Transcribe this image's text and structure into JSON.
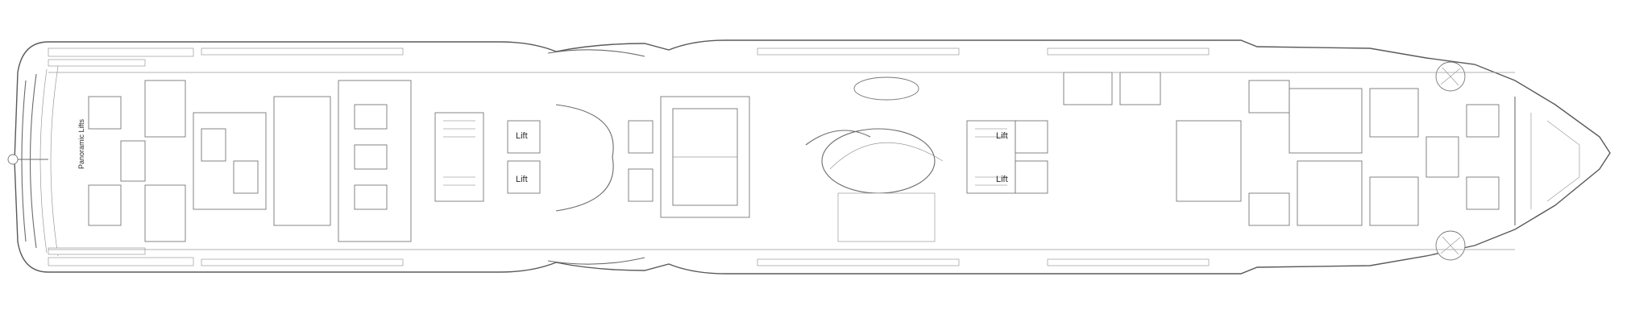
{
  "plan": {
    "labels": {
      "panoramic_lifts": "Panoramic Lifts",
      "lift_1": "Lift",
      "lift_2": "Lift",
      "lift_3": "Lift",
      "lift_4": "Lift"
    },
    "colors": {
      "line": "#6b6b6b",
      "background": "#ffffff"
    },
    "icons": {
      "stern_pool": "arc-seating-icon",
      "propeller": "fan-icon"
    }
  }
}
